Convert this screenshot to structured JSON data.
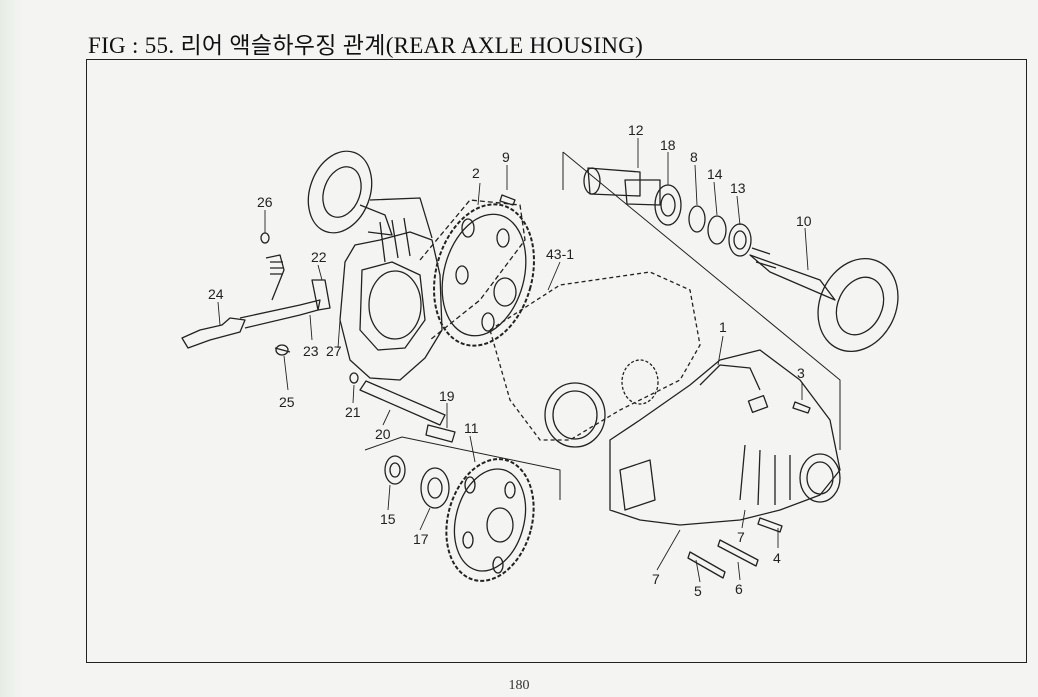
{
  "title": "FIG : 55. 리어 액슬하우징 관계(REAR AXLE HOUSING)",
  "page_number": "180",
  "labels": {
    "p1": "1",
    "p2": "2",
    "p3": "3",
    "p4": "4",
    "p5": "5",
    "p6": "6",
    "p7a": "7",
    "p7b": "7",
    "p8": "8",
    "p9": "9",
    "p10": "10",
    "p11": "11",
    "p12": "12",
    "p13": "13",
    "p14": "14",
    "p15": "15",
    "p17": "17",
    "p18": "18",
    "p19": "19",
    "p20": "20",
    "p21": "21",
    "p22": "22",
    "p23": "23",
    "p24": "24",
    "p25": "25",
    "p26": "26",
    "p27": "27",
    "p43": "43-1"
  },
  "colors": {
    "ink": "#222222",
    "paper": "#f4f4f2"
  }
}
